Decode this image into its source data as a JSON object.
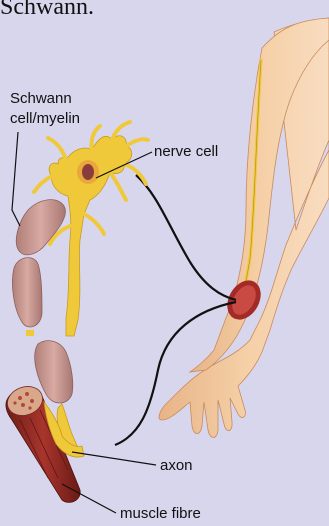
{
  "header": {
    "text_fragment": "Schwann."
  },
  "labels": {
    "schwann_line1": "Schwann",
    "schwann_line2": "cell/myelin",
    "nerve_cell": "nerve cell",
    "axon": "axon",
    "muscle_fibre": "muscle fibre"
  },
  "colors": {
    "background": "#d8d6ec",
    "skin": "#f2c79c",
    "myelin": "#c79a92",
    "nerve": "#f0c93a",
    "muscle": "#8e2a24",
    "line": "#111111"
  }
}
